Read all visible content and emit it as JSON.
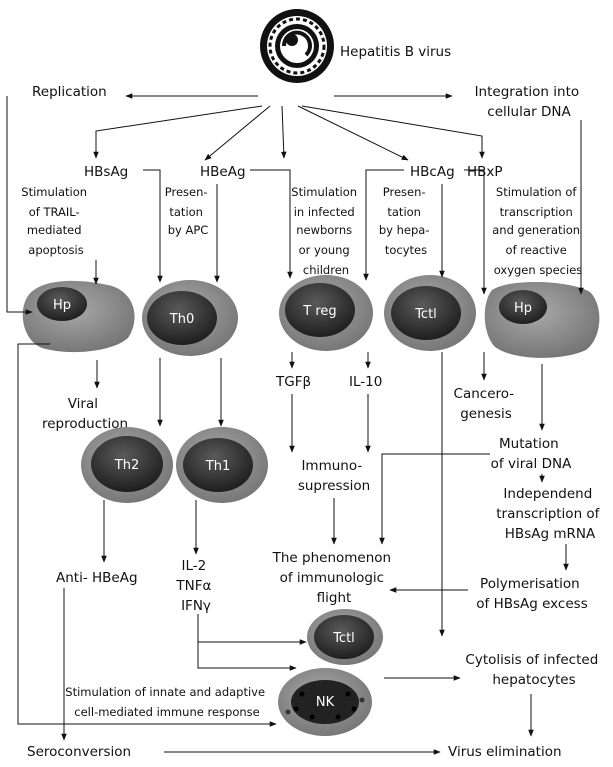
{
  "title": "Hepatitis B virus",
  "branches": {
    "replication": "Replication",
    "integration": [
      "Integration into",
      "cellular DNA"
    ]
  },
  "antigens": {
    "hbsag": "HBsAg",
    "hbeag": "HBeAg",
    "hbcag": "HBcAg",
    "hbxp": "HBxP"
  },
  "mechanisms": {
    "trail": [
      "Stimulation",
      "of TRAIL-",
      "mediated",
      "apoptosis"
    ],
    "apc": [
      "Presen-",
      "tation",
      "by APC"
    ],
    "newborns": [
      "Stimulation",
      "in infected",
      "newborns",
      "or young",
      "children"
    ],
    "hepatocytes": [
      "Presen-",
      "tation",
      "by hepa-",
      "tocytes"
    ],
    "transcription": [
      "Stimulation of",
      "transcription",
      "and generation",
      "of reactive",
      "oxygen species"
    ]
  },
  "cells": {
    "hp_left": "Hp",
    "th0": "Th0",
    "treg": "T reg",
    "tctl_top": "Tctl",
    "hp_right": "Hp",
    "th2": "Th2",
    "th1": "Th1",
    "tctl_bottom": "Tctl",
    "nk": "NK"
  },
  "outcomes": {
    "viral_reproduction": [
      "Viral",
      "reproduction"
    ],
    "tgfb": "TGFβ",
    "il10": "IL-10",
    "carcinogenesis": [
      "Cancero-",
      "genesis"
    ],
    "mutation": [
      "Mutation",
      "of viral DNA"
    ],
    "immunosupression": [
      "Immuno-",
      "supression"
    ],
    "independent_transcription": [
      "Independend",
      "transcription of",
      "HBsAg mRNA"
    ],
    "anti_hbeag": "Anti- HBeAg",
    "cytokines": [
      "IL-2",
      "TNFα",
      "IFNγ"
    ],
    "immunologic_flight": [
      "The phenomenon",
      "of immunologic",
      "flight"
    ],
    "polymerisation": [
      "Polymerisation",
      "of HBsAg excess"
    ],
    "cytolysis": [
      "Cytolisis of infected",
      "hepatocytes"
    ],
    "immune_response": [
      "Stimulation of innate and adaptive",
      "cell-mediated immune response"
    ],
    "seroconversion": "Seroconversion",
    "virus_elimination": "Virus elimination"
  }
}
